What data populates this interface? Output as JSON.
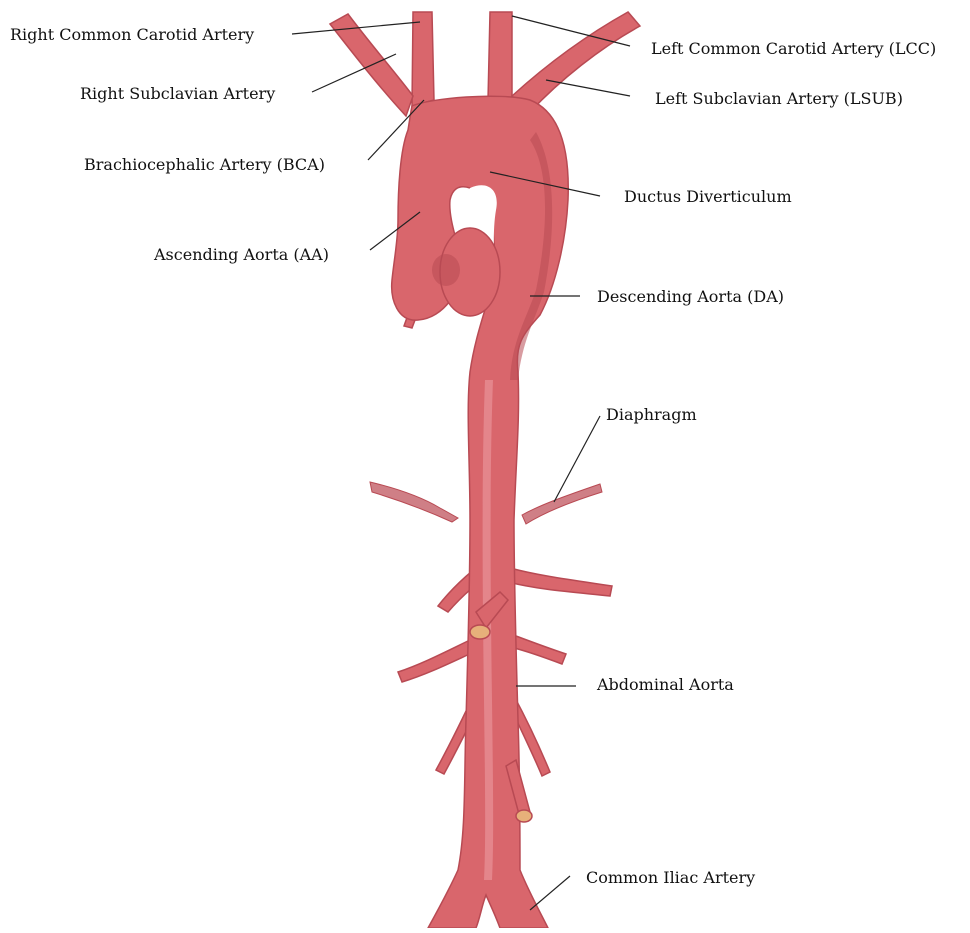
{
  "colors": {
    "artery": "#d9666c",
    "artery_dark": "#b84a53",
    "artery_highlight": "#eb9aa0",
    "vessel_stub": "#e7b07a",
    "fibrous": "#cf7f86",
    "leader": "#222222"
  },
  "labels": {
    "right_common_carotid": "Right Common Carotid Artery",
    "right_subclavian": "Right Subclavian Artery",
    "brachiocephalic": "Brachiocephalic Artery (BCA)",
    "ascending_aorta": "Ascending Aorta (AA)",
    "left_common_carotid": "Left Common Carotid Artery (LCC)",
    "left_subclavian": "Left Subclavian Artery (LSUB)",
    "ductus_diverticulum": "Ductus Diverticulum",
    "descending_aorta": "Descending Aorta (DA)",
    "diaphragm": "Diaphragm",
    "abdominal_aorta": "Abdominal Aorta",
    "common_iliac": "Common Iliac Artery"
  }
}
